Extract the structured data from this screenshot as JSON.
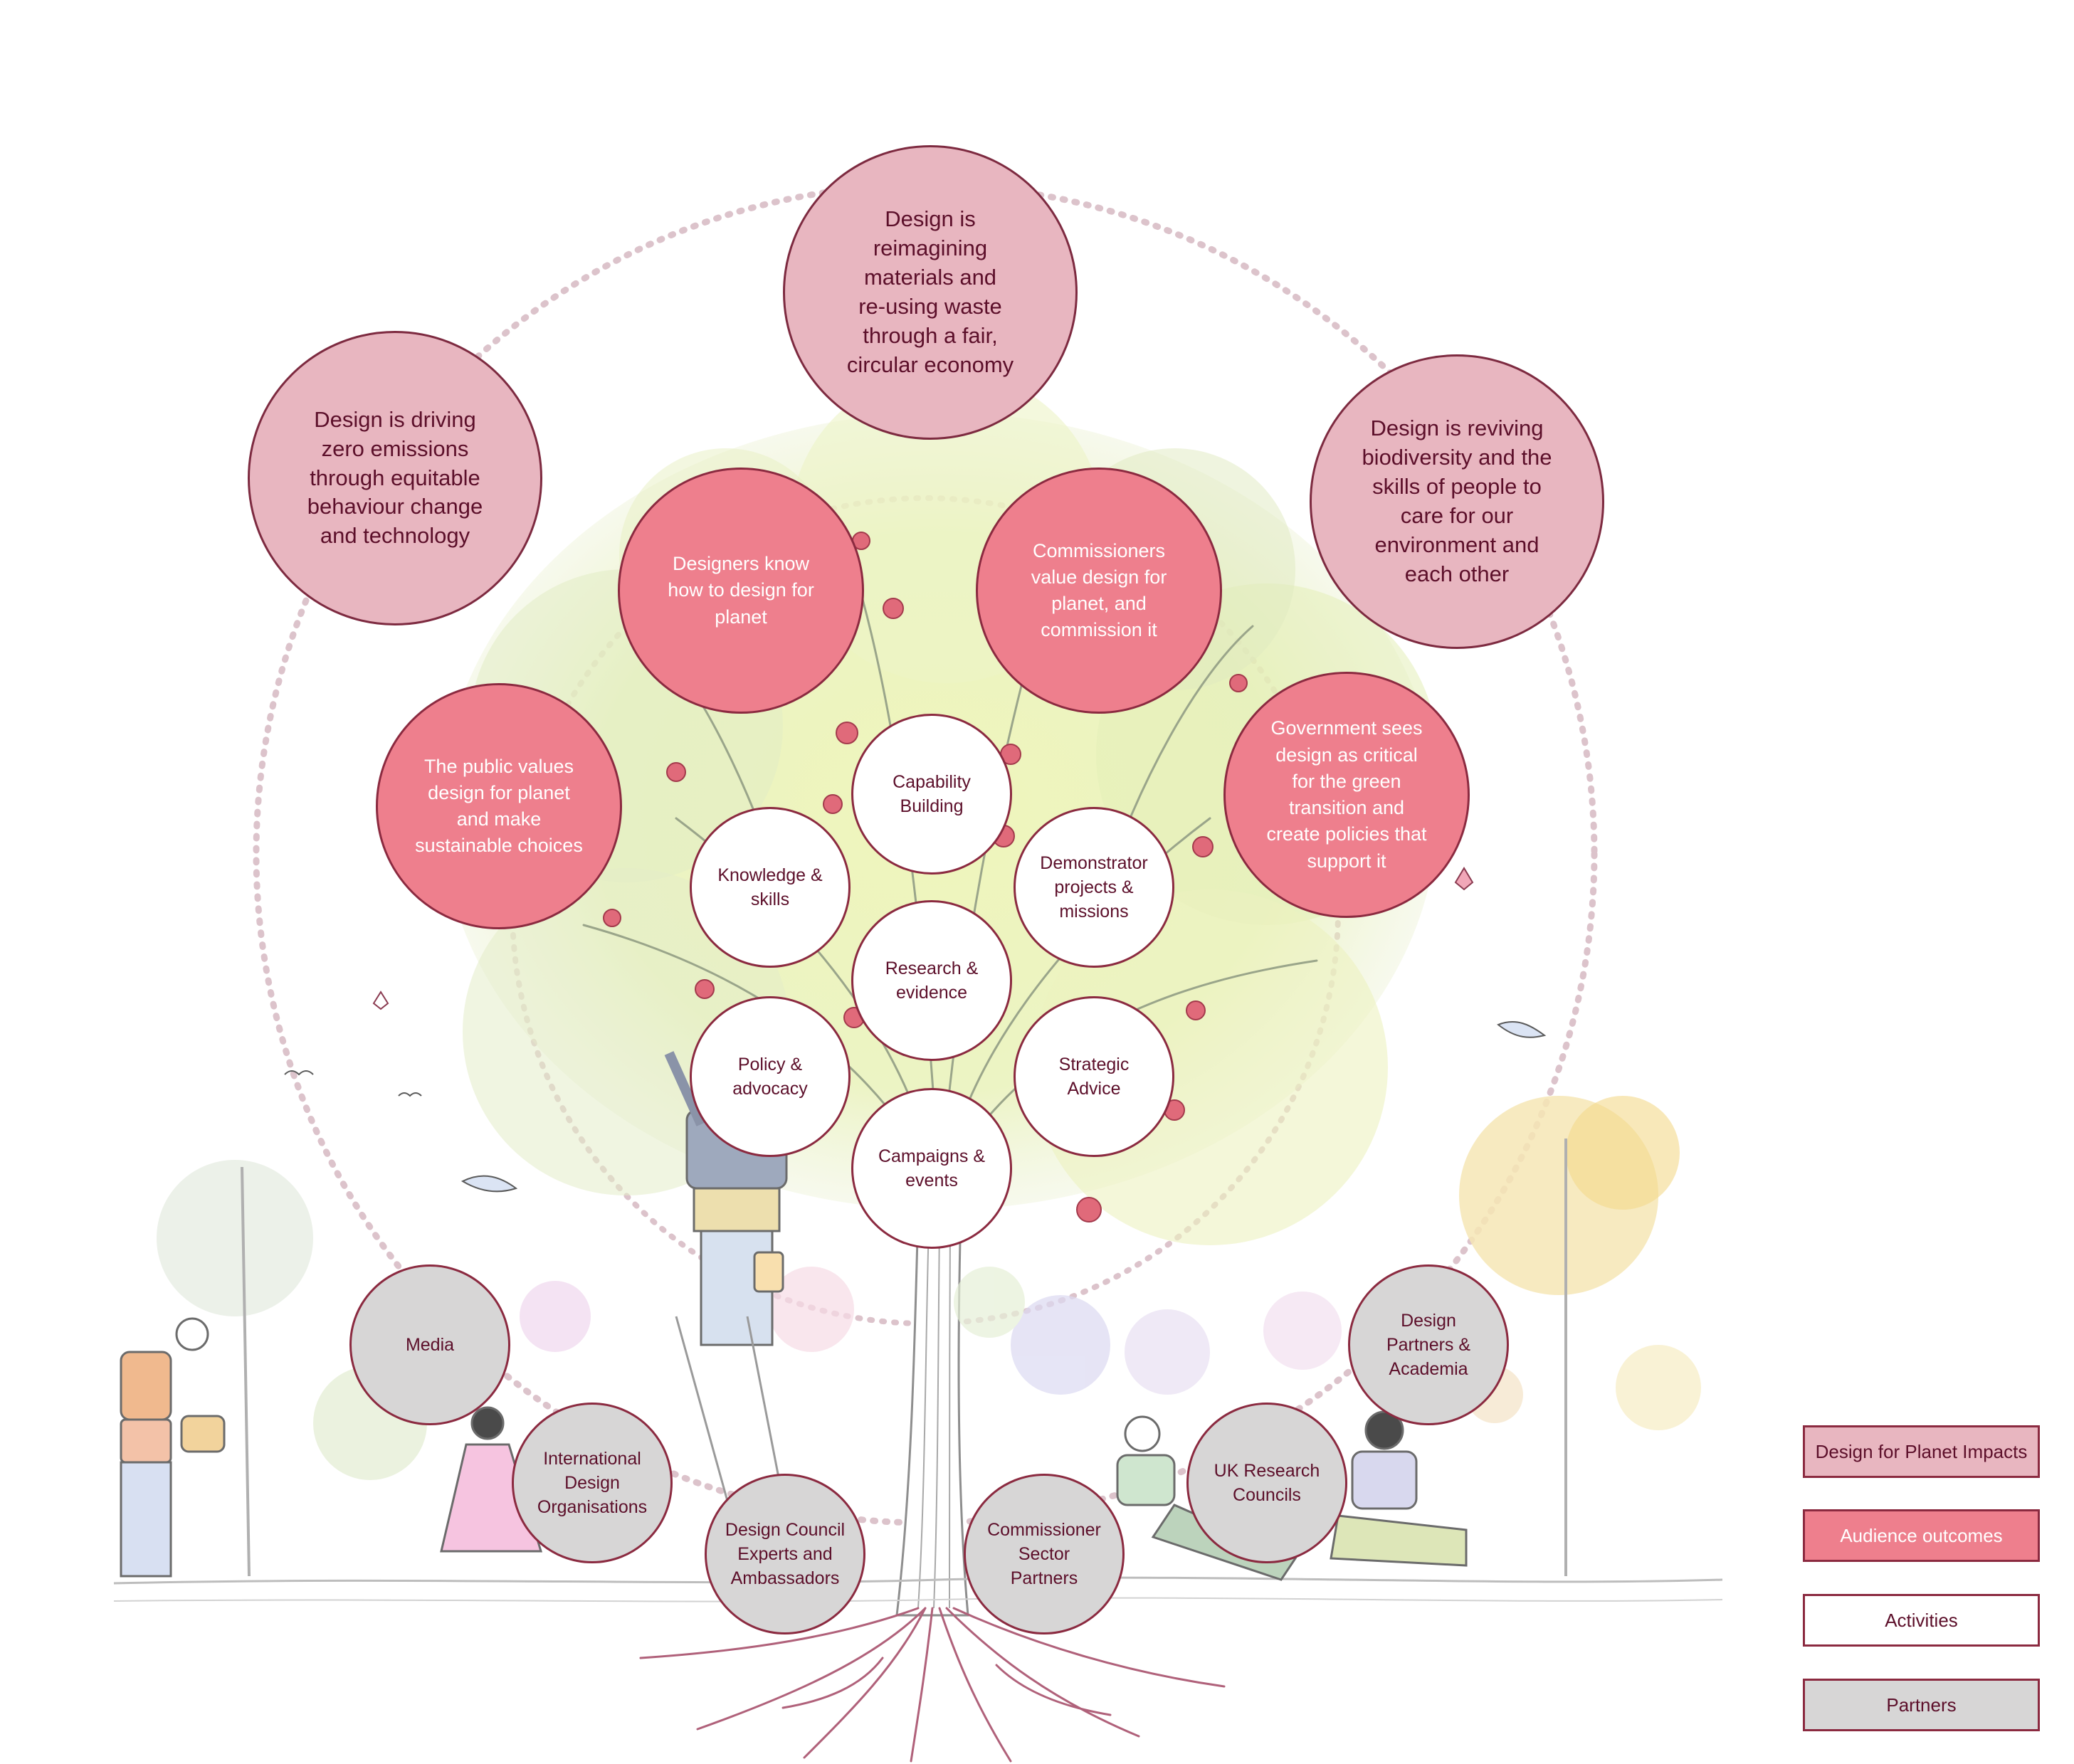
{
  "impacts": [
    {
      "key": "materials",
      "text": "Design is\nreimagining\nmaterials and\nre-using waste\nthrough a fair,\ncircular economy"
    },
    {
      "key": "emissions",
      "text": "Design is driving\nzero emissions\nthrough equitable\nbehaviour change\nand technology"
    },
    {
      "key": "biodiversity",
      "text": "Design is reviving\nbiodiversity and the\nskills of people to\ncare for our\nenvironment and\neach other"
    }
  ],
  "outcomes": [
    {
      "key": "designers",
      "text": "Designers know\nhow to design for\nplanet"
    },
    {
      "key": "commissioners",
      "text": "Commissioners\nvalue design for\nplanet, and\ncommission it"
    },
    {
      "key": "public",
      "text": "The public values\ndesign for planet\nand make\nsustainable choices"
    },
    {
      "key": "government",
      "text": "Government sees\ndesign as critical\nfor the green\ntransition and\ncreate policies that\nsupport it"
    }
  ],
  "activities": [
    {
      "key": "capability",
      "text": "Capability\nBuilding"
    },
    {
      "key": "knowledge",
      "text": "Knowledge &\nskills"
    },
    {
      "key": "demonstrator",
      "text": "Demonstrator\nprojects &\nmissions"
    },
    {
      "key": "research",
      "text": "Research &\nevidence"
    },
    {
      "key": "policy",
      "text": "Policy &\nadvocacy"
    },
    {
      "key": "strategic",
      "text": "Strategic\nAdvice"
    },
    {
      "key": "campaigns",
      "text": "Campaigns &\nevents"
    }
  ],
  "partners": [
    {
      "key": "media",
      "text": "Media"
    },
    {
      "key": "international",
      "text": "International\nDesign\nOrganisations"
    },
    {
      "key": "experts",
      "text": "Design Council\nExperts and\nAmbassadors"
    },
    {
      "key": "commissioner",
      "text": "Commissioner\nSector\nPartners"
    },
    {
      "key": "ukri",
      "text": "UK Research\nCouncils"
    },
    {
      "key": "academia",
      "text": "Design\nPartners &\nAcademia"
    }
  ],
  "legend": {
    "impacts": "Design for Planet Impacts",
    "outcomes": "Audience outcomes",
    "activities": "Activities",
    "partners": "Partners"
  },
  "colors": {
    "impact": "#e8b6c0",
    "outcome": "#ee7f8d",
    "activity": "#ffffff",
    "partner": "#d7d6d6",
    "border": "#8b2a40",
    "text_dark": "#5c0f2a",
    "roots": "#b0617a",
    "dotted_ring": "#dcc3cb"
  }
}
